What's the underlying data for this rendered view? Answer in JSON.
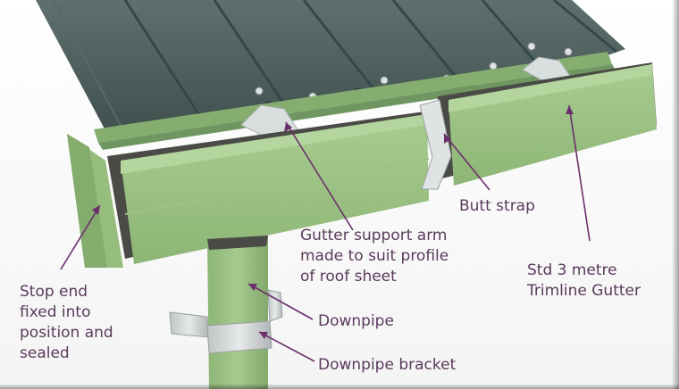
{
  "labels": {
    "support_arm": [
      "Gutter support arm",
      "made to suit profile",
      "of roof sheet"
    ],
    "butt_strap": [
      "Butt strap"
    ],
    "std_gutter": [
      "Std 3 metre",
      "Trimline Gutter"
    ],
    "stop_end": [
      "Stop end",
      "fixed into",
      "position and",
      "sealed"
    ],
    "downpipe": [
      "Downpipe"
    ],
    "downpipe_bracket": [
      "Downpipe bracket"
    ]
  },
  "colors": {
    "roof": "#4a5c5a",
    "gutter": "#9bbf84",
    "label_text": "#5a3a5c",
    "leader_line": "#6b2f6b"
  }
}
